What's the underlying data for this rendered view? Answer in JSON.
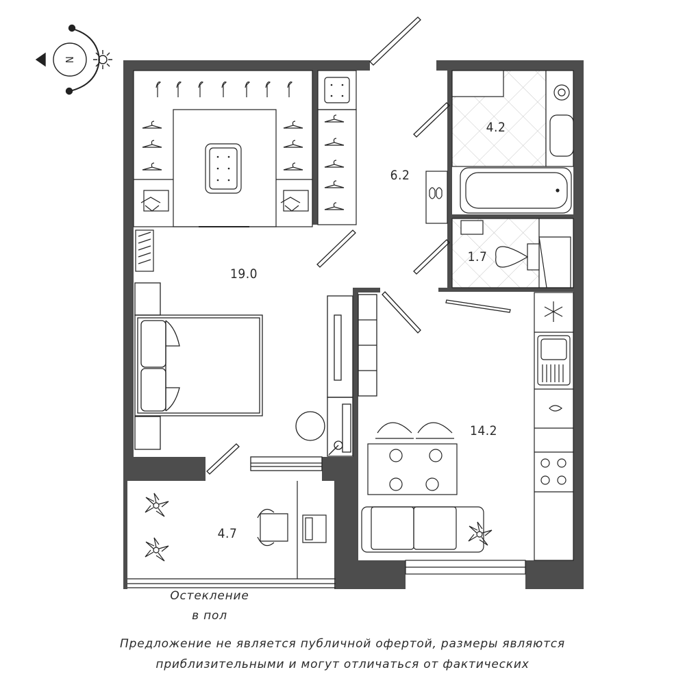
{
  "compass": {
    "letter": "N"
  },
  "rooms": [
    {
      "id": "bedroom",
      "area": "19.0"
    },
    {
      "id": "hall",
      "area": "6.2"
    },
    {
      "id": "bathroom",
      "area": "4.2"
    },
    {
      "id": "toilet",
      "area": "1.7"
    },
    {
      "id": "kitchen",
      "area": "14.2"
    },
    {
      "id": "balcony",
      "area": "4.7"
    }
  ],
  "glazing": {
    "line1": "Остекление",
    "line2": "в пол"
  },
  "disclaimer": {
    "line1": "Предложение не является публичной офертой, размеры являются",
    "line2": "приблизительными и могут отличаться от фактических"
  },
  "colors": {
    "wall": "#4d4d4d",
    "line": "#222222",
    "tile": "#c8c8c8"
  }
}
